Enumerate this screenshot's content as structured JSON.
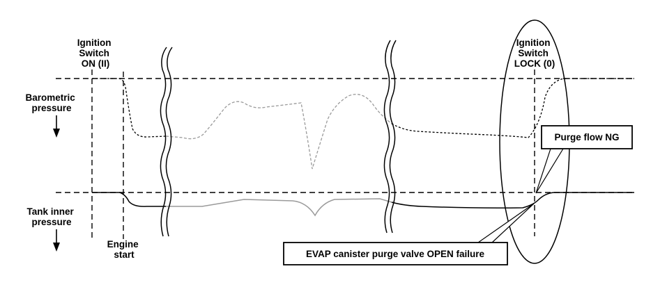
{
  "labels": {
    "ignition_on": [
      "Ignition",
      "Switch",
      "ON (II)"
    ],
    "ignition_lock": [
      "Ignition",
      "Switch",
      "LOCK (0)"
    ],
    "barometric": [
      "Barometric",
      "pressure"
    ],
    "tank_inner": [
      "Tank inner",
      "pressure"
    ],
    "engine_start": [
      "Engine",
      "start"
    ]
  },
  "callouts": {
    "purge_flow": "Purge flow NG",
    "evap_failure": "EVAP canister purge valve OPEN failure"
  },
  "colors": {
    "line": "#000000",
    "faded": "#9a9a9a",
    "background": "#ffffff"
  }
}
